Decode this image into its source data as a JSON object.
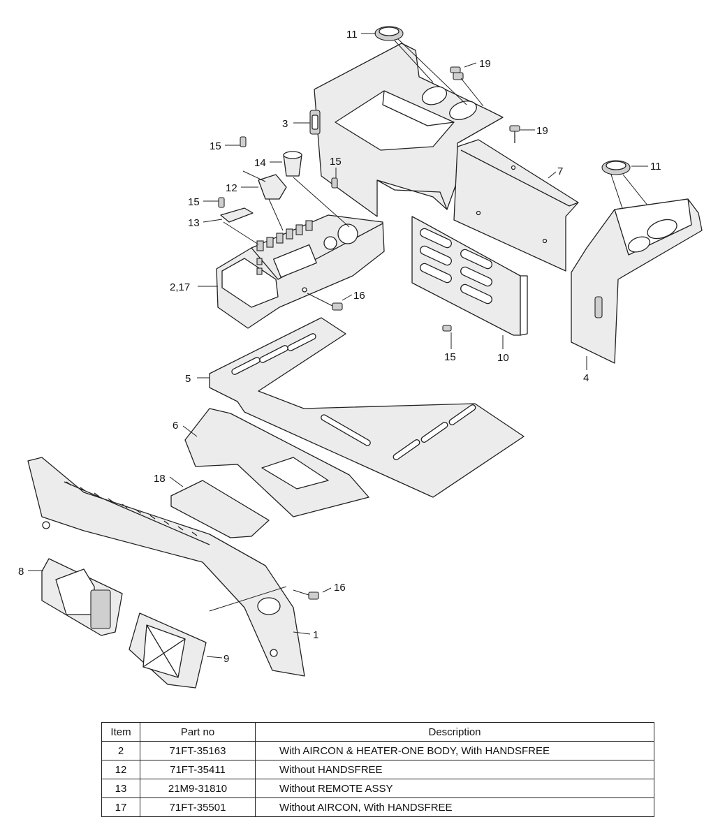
{
  "callouts": {
    "c11a": "11",
    "c19a": "19",
    "c3": "3",
    "c15a": "15",
    "c14": "14",
    "c15b": "15",
    "c19b": "19",
    "c7": "7",
    "c11b": "11",
    "c12": "12",
    "c15c": "15",
    "c13": "13",
    "c217": "2,17",
    "c16a": "16",
    "c15d": "15",
    "c10": "10",
    "c4": "4",
    "c5": "5",
    "c6": "6",
    "c18": "18",
    "c8": "8",
    "c16b": "16",
    "c1": "1",
    "c9": "9"
  },
  "table": {
    "headers": [
      "Item",
      "Part no",
      "Description"
    ],
    "rows": [
      {
        "item": "2",
        "part_no": "71FT-35163",
        "description": "With AIRCON & HEATER-ONE BODY, With HANDSFREE"
      },
      {
        "item": "12",
        "part_no": "71FT-35411",
        "description": "Without HANDSFREE"
      },
      {
        "item": "13",
        "part_no": "21M9-31810",
        "description": "Without REMOTE ASSY"
      },
      {
        "item": "17",
        "part_no": "71FT-35501",
        "description": "Without AIRCON, With HANDSFREE"
      }
    ]
  }
}
